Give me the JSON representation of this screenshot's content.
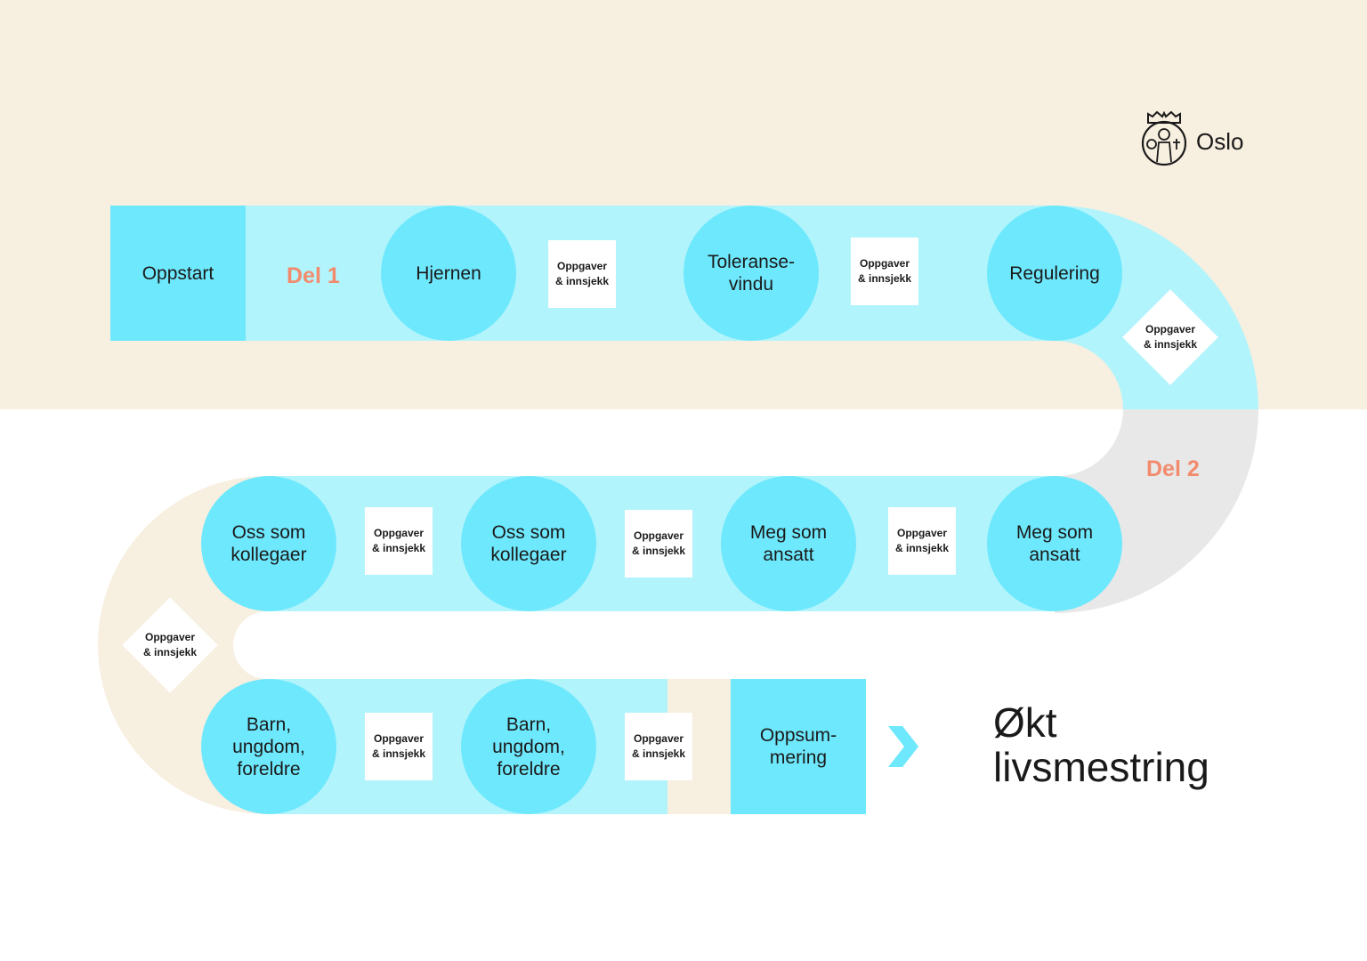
{
  "logo": {
    "name": "Oslo",
    "icon": "oslo-city-seal-icon"
  },
  "parts": {
    "part1": "Del 1",
    "part2": "Del 2"
  },
  "steps": {
    "start": "Oppstart",
    "brain": "Hjernen",
    "tolerance": "Toleranse-\nvindu",
    "regulation": "Regulering",
    "me_employee_1": "Meg som\nansatt",
    "me_employee_2": "Meg som\nansatt",
    "us_colleagues_1": "Oss som\nkollegaer",
    "us_colleagues_2": "Oss som\nkollegaer",
    "children_1": "Barn,\nungdom,\nforeldre",
    "children_2": "Barn,\nungdom,\nforeldre",
    "summary": "Oppsum-\nmering"
  },
  "task_label": "Oppgaver\n& innsjekk",
  "goal": "Økt\nlivsmestring",
  "colors": {
    "beige_bg": "#f7efdf",
    "light_cyan": "#b2f4fb",
    "cyan": "#6ee8fd",
    "gray": "#e8e8e8",
    "accent": "#f28b6e"
  }
}
